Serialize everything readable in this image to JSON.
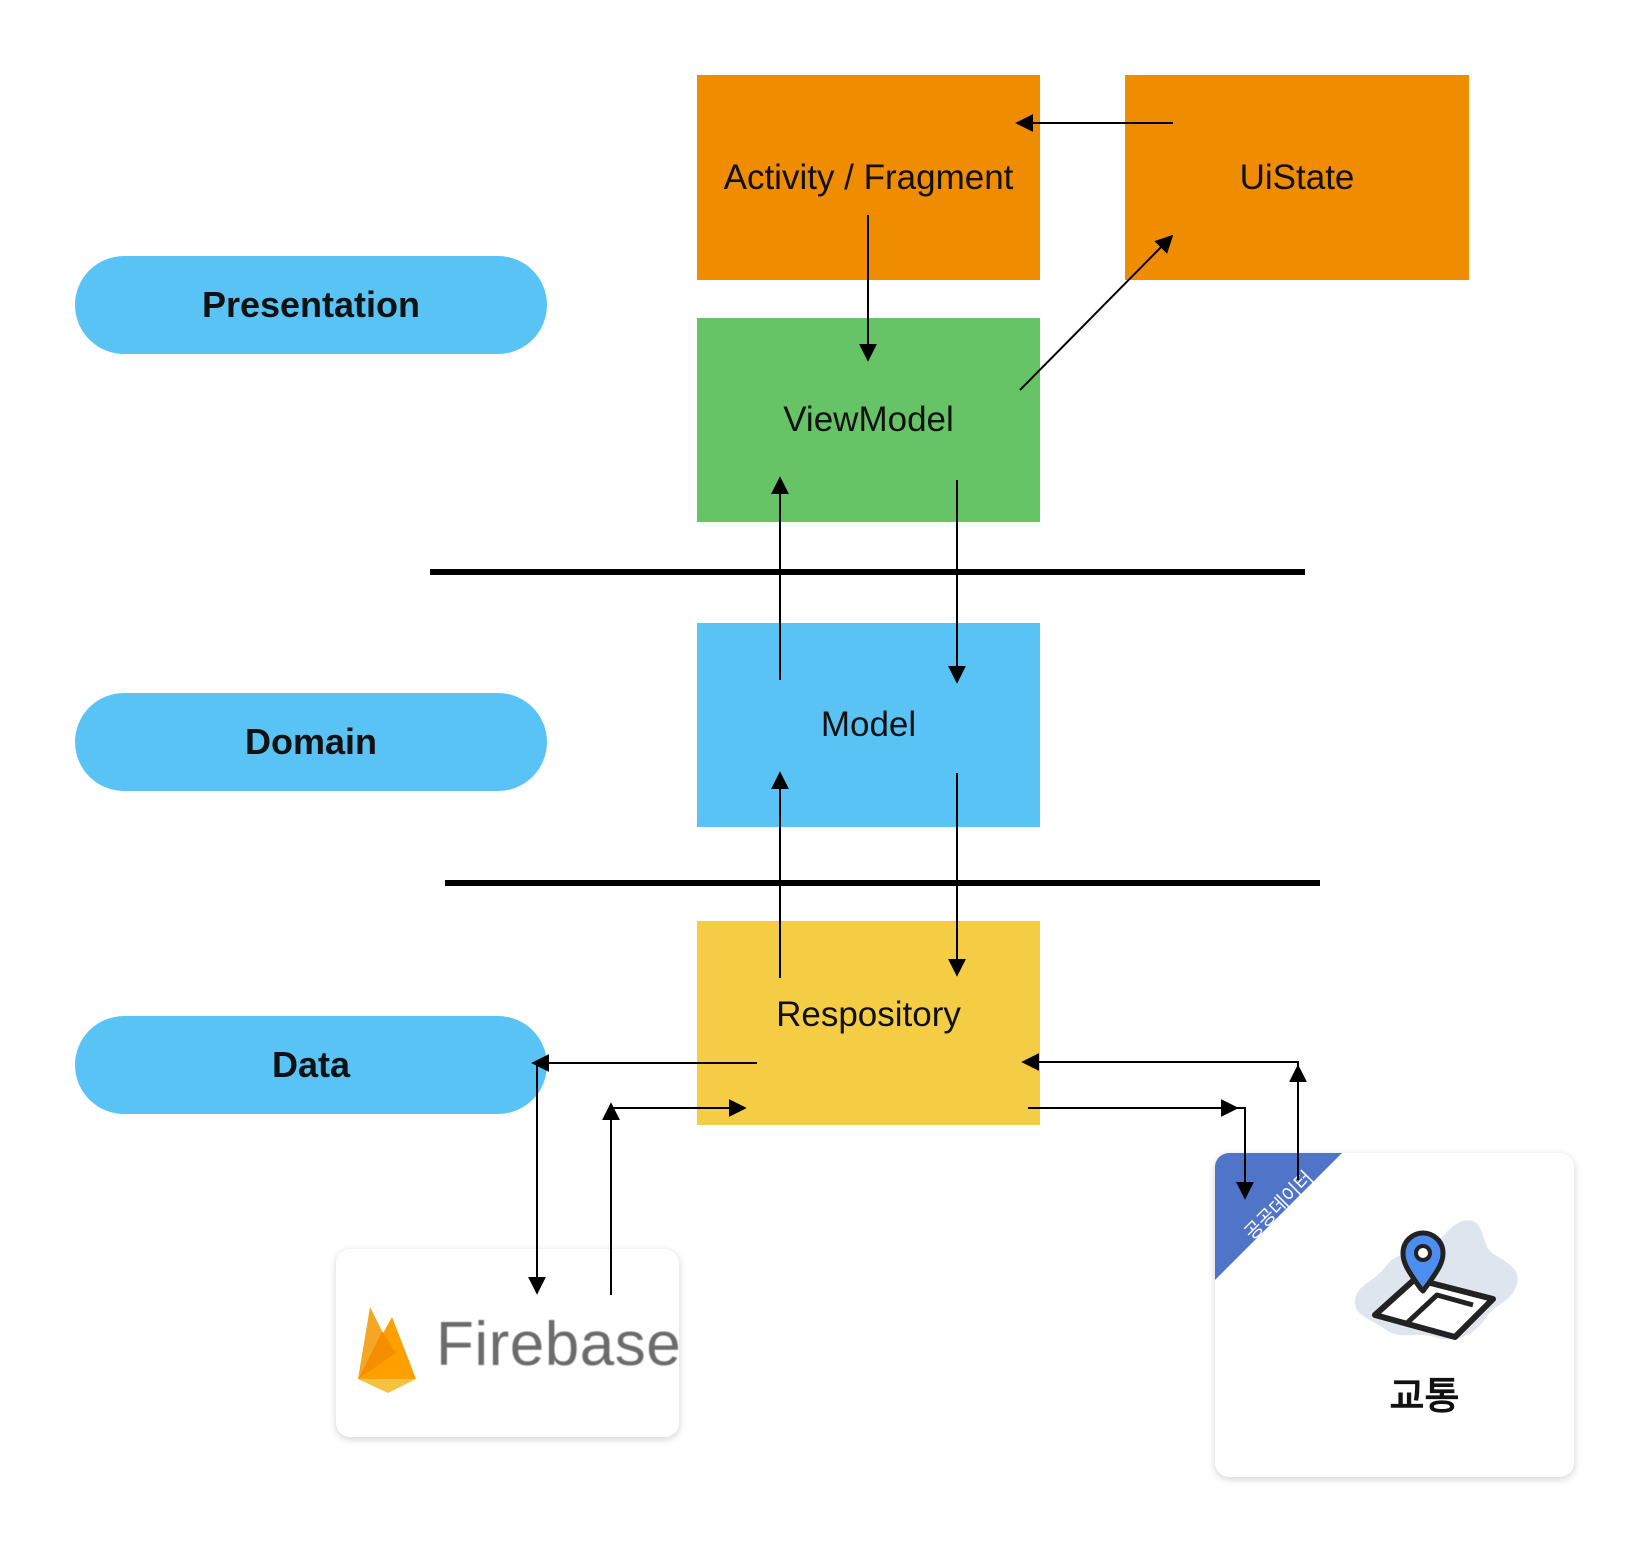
{
  "layers": {
    "presentation": "Presentation",
    "domain": "Domain",
    "data": "Data"
  },
  "components": {
    "activity": "Activity / Fragment",
    "uistate": "UiState",
    "viewmodel": "ViewModel",
    "model": "Model",
    "repository": "Respository"
  },
  "external": {
    "firebase": "Firebase",
    "public_data_badge": "공공데이터",
    "public_data_label": "교통"
  },
  "colors": {
    "presentation": "#ef8c00",
    "viewmodel": "#66c466",
    "domain": "#5ac3f5",
    "data": "#f4cd45",
    "badge": "#4f74c8"
  }
}
